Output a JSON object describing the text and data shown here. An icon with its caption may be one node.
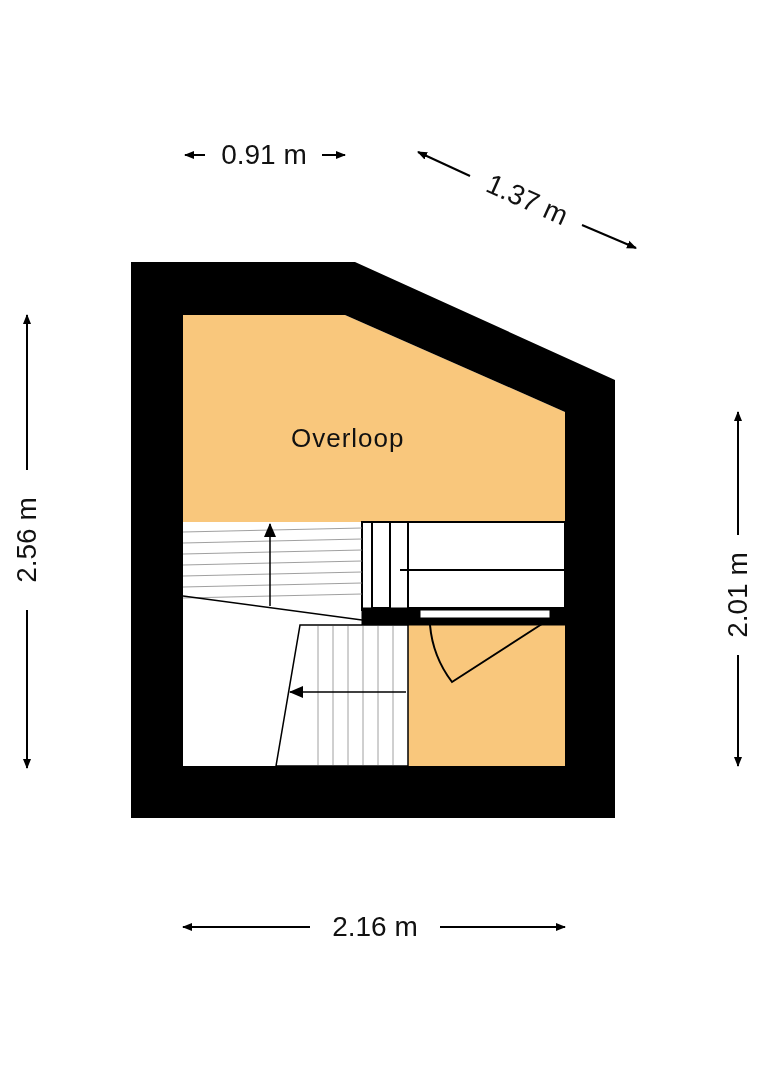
{
  "diagram": {
    "nodes": [
      {
        "text": [
          "Overloop"
        ]
      },
      {
        "text": [],
        "shape": "box"
      }
    ],
    "edges": [],
    "labels": [
      "0.91 m",
      "1.37 m",
      "2.56 m",
      "2.01 m",
      "2.16 m"
    ]
  }
}
